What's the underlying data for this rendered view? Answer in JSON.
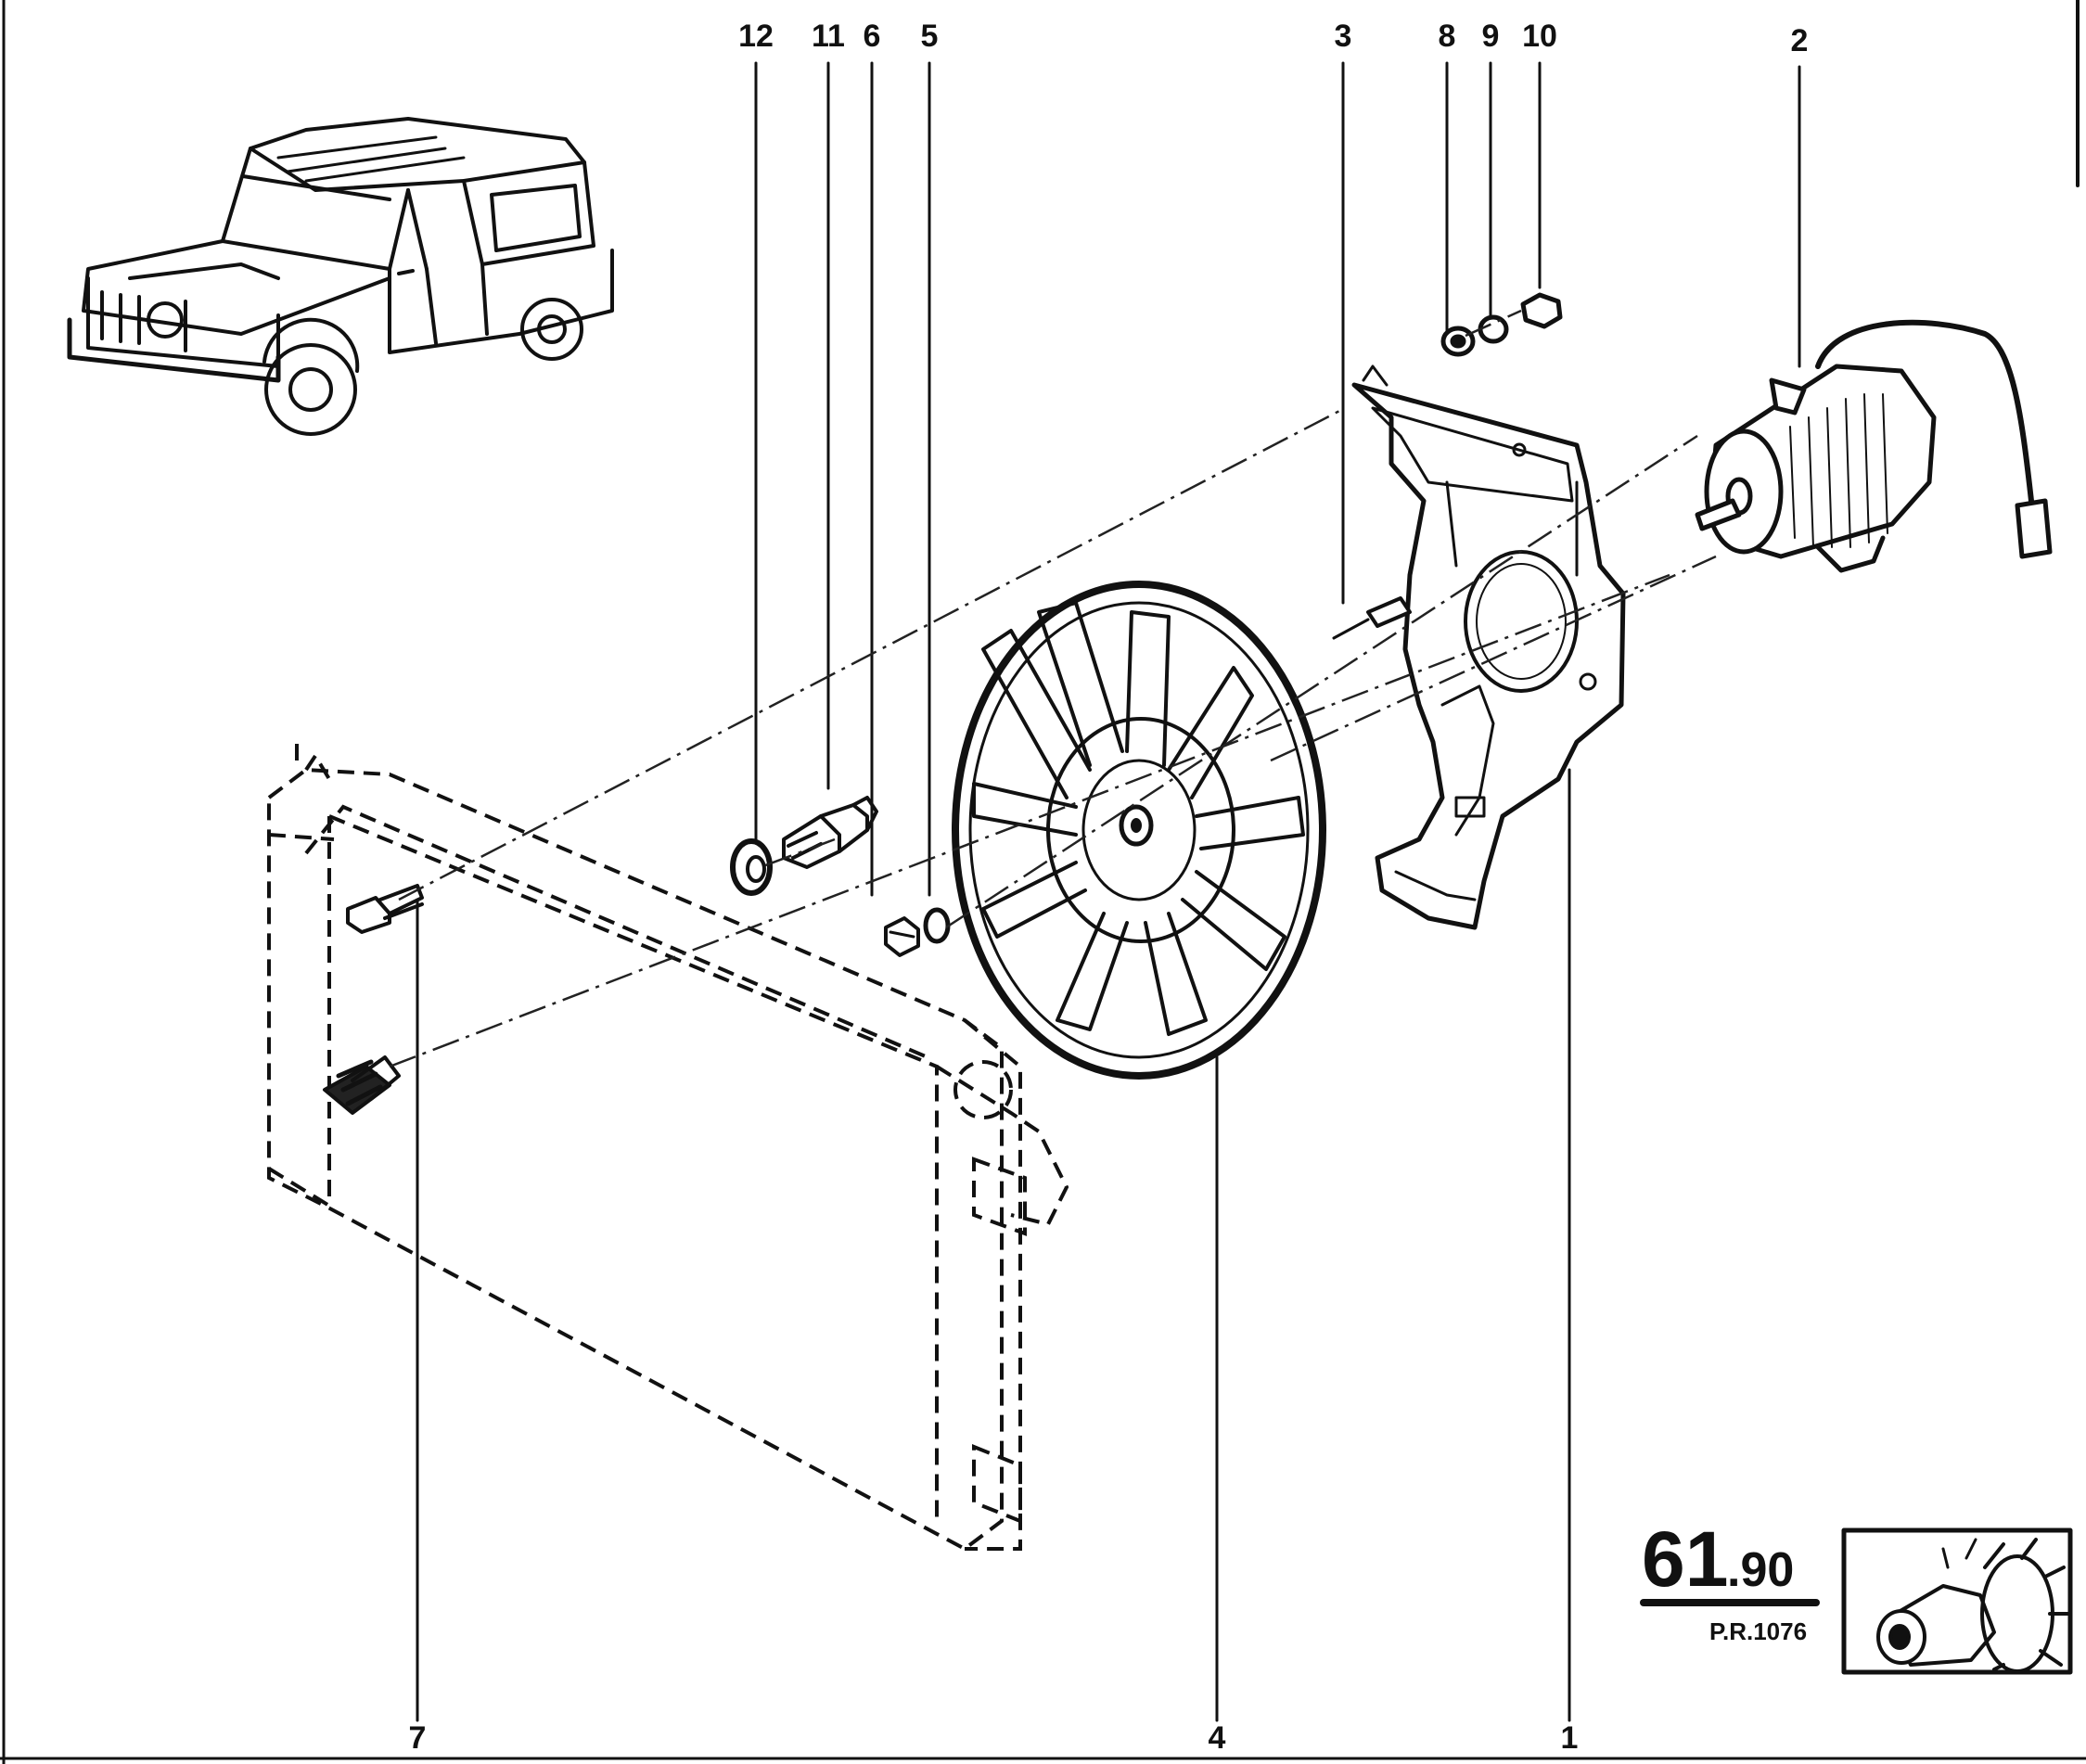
{
  "callouts": {
    "top": [
      "12",
      "11",
      "6",
      "5",
      "3",
      "8",
      "9",
      "10",
      "2"
    ],
    "bottom": [
      "7",
      "4",
      "1"
    ]
  },
  "reference": {
    "main": "61",
    "sub": ".90",
    "pr": "P.R.1076"
  }
}
